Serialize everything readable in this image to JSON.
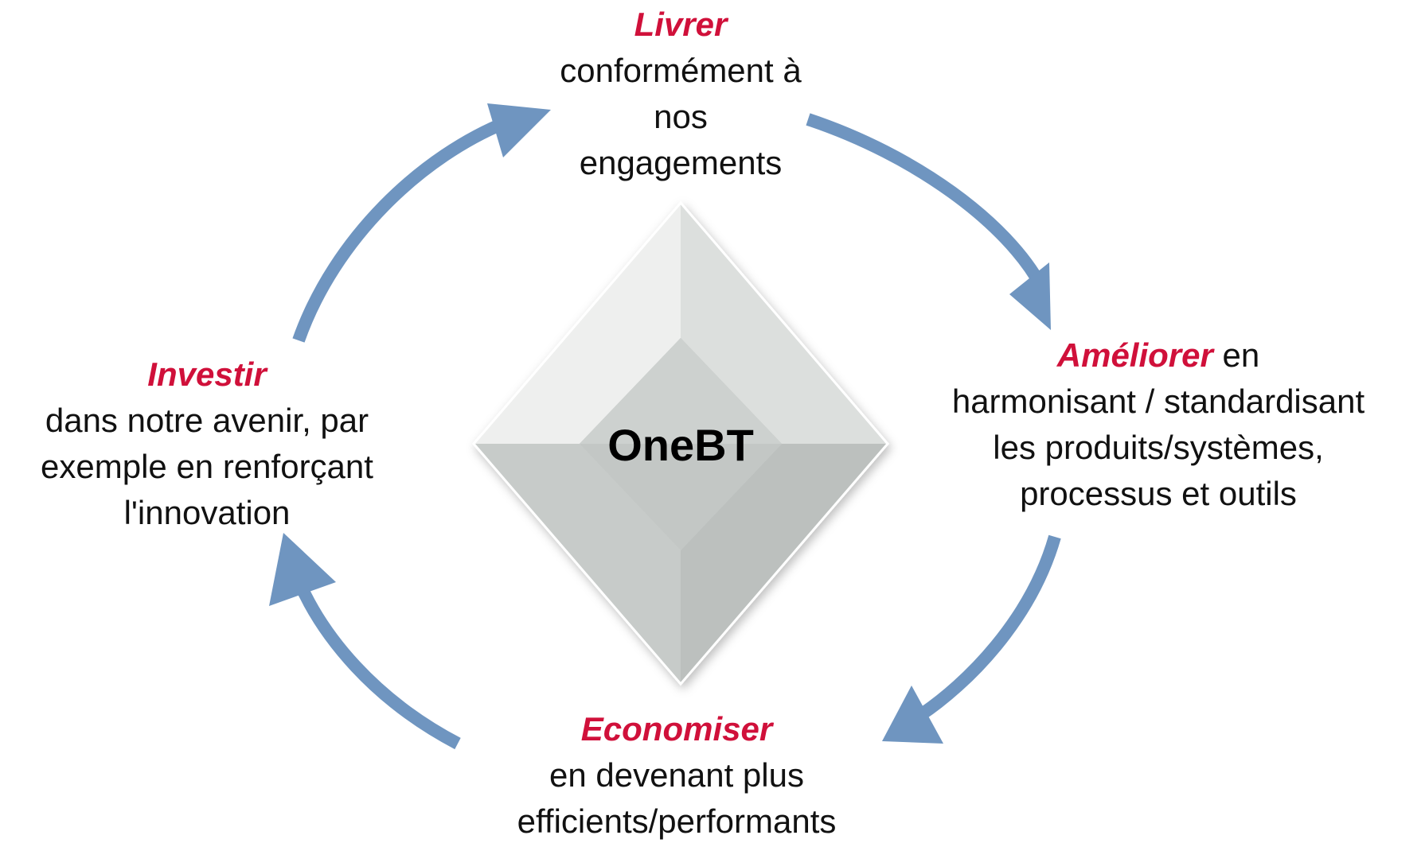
{
  "center": {
    "label": "OneBT"
  },
  "steps": {
    "livrer": {
      "keyword": "Livrer",
      "lines": [
        "conformément à",
        "nos",
        "engagements"
      ]
    },
    "ameliorer": {
      "keyword": "Améliorer",
      "keyword_suffix": " en",
      "lines": [
        "harmonisant / standardisant",
        "les produits/systèmes,",
        "processus et outils"
      ]
    },
    "economiser": {
      "keyword": "Economiser",
      "lines": [
        "en devenant plus",
        "efficients/performants"
      ]
    },
    "investir": {
      "keyword": "Investir",
      "lines": [
        "dans notre avenir, par",
        "exemple en renforçant",
        "l'innovation"
      ]
    }
  },
  "colors": {
    "keyword": "#d0103a",
    "arrow": "#6f95c0",
    "diamond_light": "#e4e6e5",
    "diamond_dark": "#b7bbb9"
  }
}
